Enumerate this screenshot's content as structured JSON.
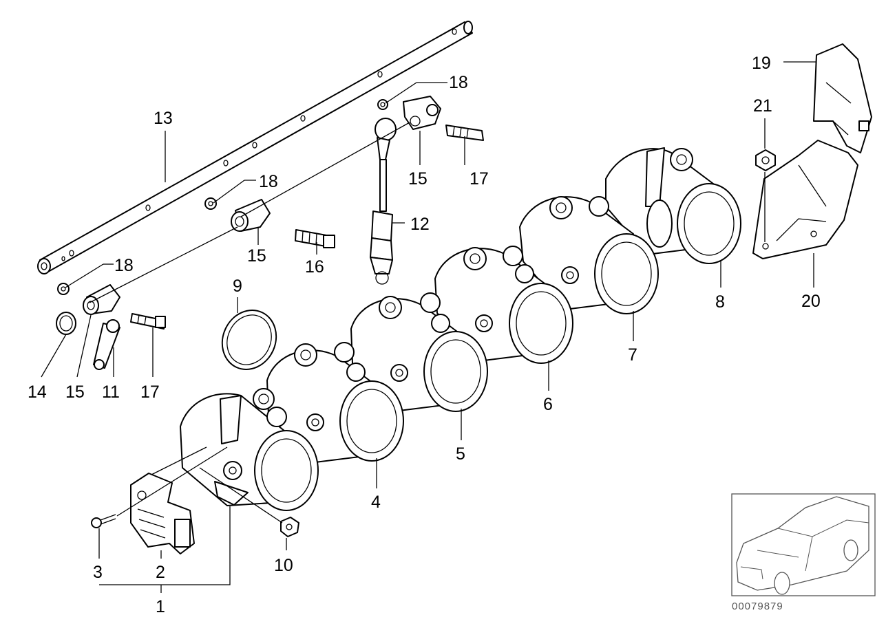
{
  "diagram": {
    "drawing_number": "00079879",
    "callouts": [
      "1",
      "2",
      "3",
      "4",
      "5",
      "6",
      "7",
      "8",
      "9",
      "10",
      "11",
      "12",
      "13",
      "14",
      "15",
      "15",
      "15",
      "16",
      "17",
      "17",
      "18",
      "18",
      "18",
      "19",
      "20",
      "21"
    ]
  },
  "labels": {
    "c1": "1",
    "c2": "2",
    "c3": "3",
    "c4": "4",
    "c5": "5",
    "c6": "6",
    "c7": "7",
    "c8": "8",
    "c9": "9",
    "c10": "10",
    "c11": "11",
    "c12": "12",
    "c13": "13",
    "c14": "14",
    "c15a": "15",
    "c15b": "15",
    "c15c": "15",
    "c16": "16",
    "c17a": "17",
    "c17b": "17",
    "c18a": "18",
    "c18b": "18",
    "c18c": "18",
    "c19": "19",
    "c20": "20",
    "c21": "21"
  }
}
